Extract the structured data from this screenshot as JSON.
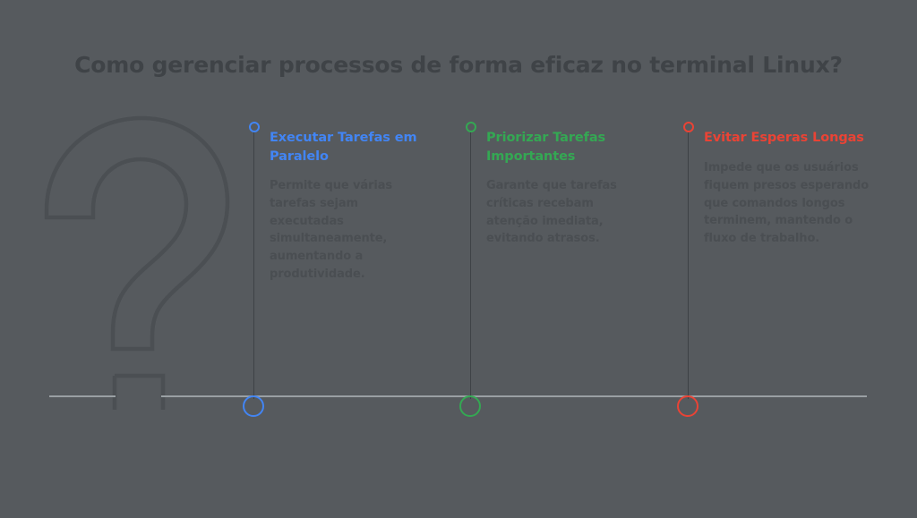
{
  "title": "Como gerenciar processos de forma eficaz no terminal Linux?",
  "watermark": {
    "icon": "question-mark-outline"
  },
  "timeline": {
    "milestones": [
      {
        "heading": "Executar Tarefas em Paralelo",
        "body": "Permite que várias tarefas sejam executadas simultaneamente, aumentando a produtividade.",
        "color": "#4285f4",
        "top_marker_icon": "ring-marker-icon",
        "bottom_marker_icon": "ring-marker-icon"
      },
      {
        "heading": "Priorizar Tarefas Importantes",
        "body": "Garante que tarefas críticas recebam atenção imediata, evitando atrasos.",
        "color": "#34a853",
        "top_marker_icon": "ring-marker-icon",
        "bottom_marker_icon": "ring-marker-icon"
      },
      {
        "heading": "Evitar Esperas Longas",
        "body": "Impede que os usuários fiquem presos esperando que comandos longos terminem, mantendo o fluxo de trabalho.",
        "color": "#ea4335",
        "top_marker_icon": "ring-marker-icon",
        "bottom_marker_icon": "ring-marker-icon"
      }
    ]
  },
  "colors": {
    "background": "#565a5e",
    "title_text": "#3f4347",
    "body_text": "#4a4e52",
    "baseline": "#9aa0a4",
    "connector": "#3e4246",
    "watermark_stroke": "#4b4f53"
  }
}
